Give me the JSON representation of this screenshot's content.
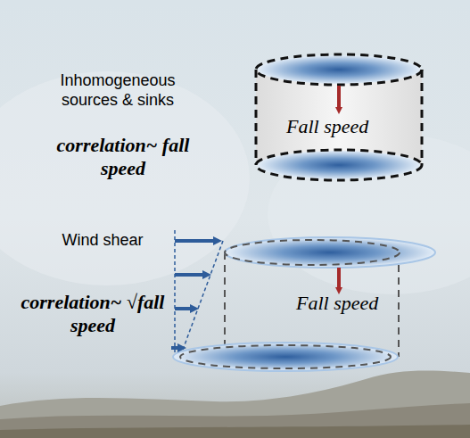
{
  "diagram": {
    "nodes": [
      {
        "text": [
          "Fall speed"
        ]
      },
      {
        "text": [
          "Fall speed"
        ]
      }
    ],
    "labels": [
      "Inhomogeneous sources & sinks",
      "correlation~ fall speed",
      "Wind shear",
      "correlation~ √fall speed"
    ]
  }
}
